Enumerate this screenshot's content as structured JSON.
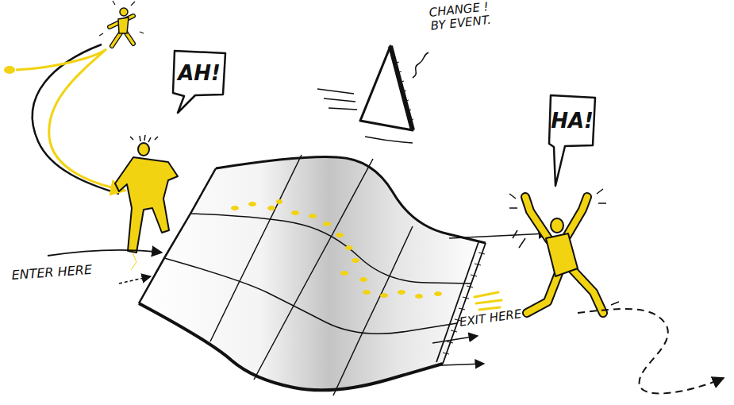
{
  "diagram": {
    "nodes": [
      {
        "text": [
          "AH!"
        ]
      },
      {
        "text": [
          "HA!"
        ]
      }
    ],
    "labels": [
      "CHANGE ! BY EVENT.",
      "ENTER HERE",
      "EXIT HERE"
    ]
  }
}
